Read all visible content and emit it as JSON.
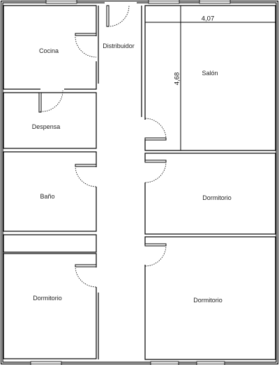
{
  "plan": {
    "rooms": {
      "cocina": "Cocina",
      "distribuidor": "Distribuidor",
      "salon": "Salón",
      "despensa": "Despensa",
      "bano": "Baño",
      "dormitorio_derecha_medio": "Dormitorio",
      "dormitorio_izquierda_abajo": "Dormitorio",
      "dormitorio_derecha_abajo": "Dormitorio"
    },
    "dimensions": {
      "salon_ancho": "4,07",
      "salon_alto": "4,68"
    }
  },
  "colors": {
    "wall": "#000000",
    "background": "#ffffff"
  }
}
